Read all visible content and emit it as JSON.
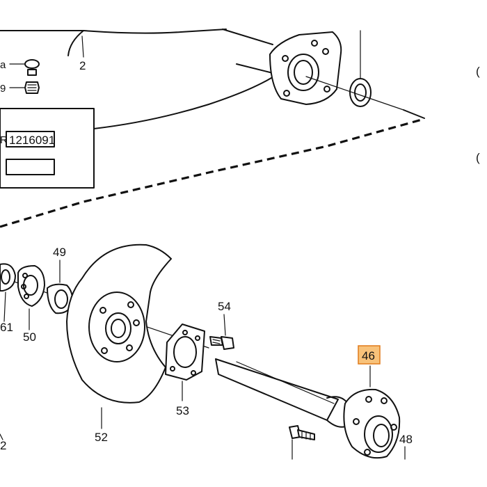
{
  "labels": {
    "ref_a": "a",
    "ref_2": "2",
    "ref_9": "9",
    "part_number": "1216091",
    "p49": "49",
    "p61": "61",
    "p50": "50",
    "p52": "52",
    "p53": "53",
    "p54": "54",
    "p46": "46",
    "p48": "48",
    "p2_bottom": "2"
  },
  "right_margin_marks": [
    "(",
    "("
  ],
  "colors": {
    "line": "#111111",
    "highlight_fill": "#f8c27a",
    "highlight_stroke": "#e07a1a"
  }
}
